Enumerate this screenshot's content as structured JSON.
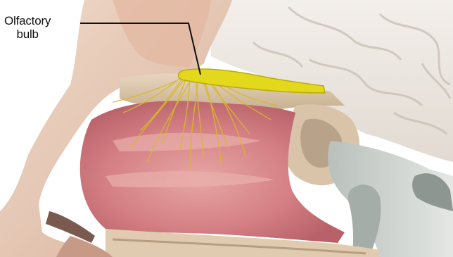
{
  "label": {
    "line1": "Olfactory",
    "line2": "bulb"
  },
  "colors": {
    "background": "#ffffff",
    "skin": "#e6c3ae",
    "skull_bone": "#d9c4aa",
    "nasal_cavity": "#d27d82",
    "nasal_cavity_light": "#e6a2a0",
    "brain": "#ece7e2",
    "brain_fold": "#c9bdb2",
    "olfactory_bulb": "#e3d81c",
    "nerve_fibers": "#d8b928",
    "leader_line": "#111111"
  },
  "icons": [
    "olfactory-bulb-shape",
    "nerve-fibers",
    "nasal-cavity"
  ]
}
